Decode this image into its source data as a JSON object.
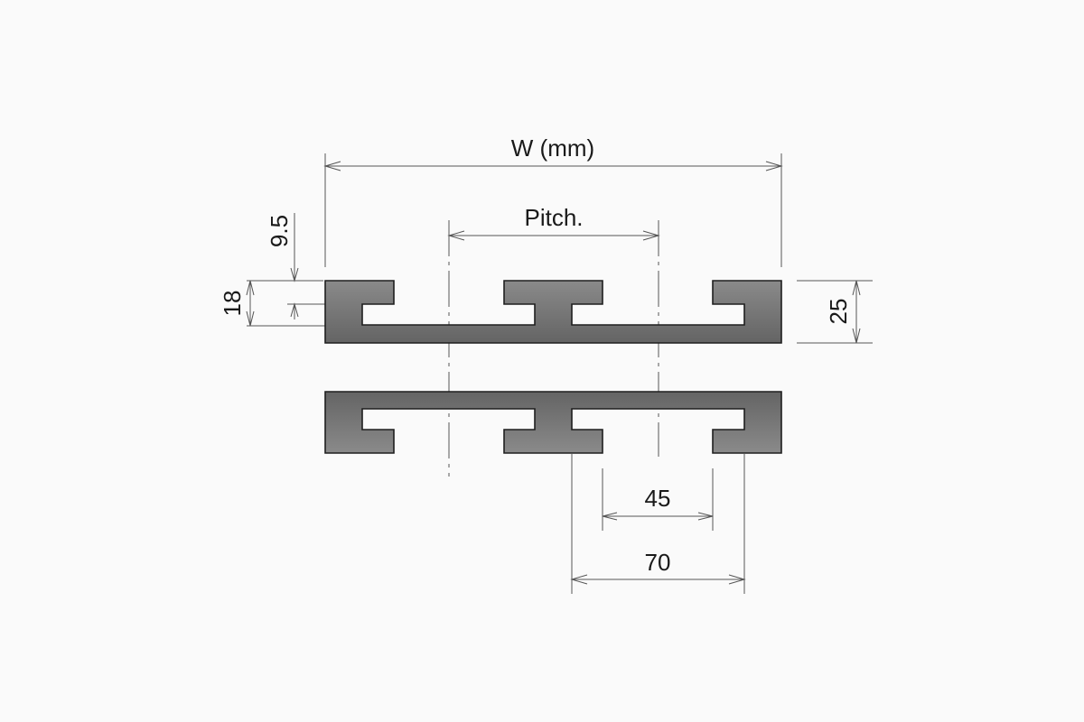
{
  "diagram": {
    "type": "technical-drawing",
    "subject": "T-slot profile cross-section (two views)",
    "colors": {
      "background": "#fafafa",
      "profile_fill_top": "#8a8a8a",
      "profile_fill_bottom": "#666666",
      "profile_stroke": "#1e1e1e",
      "line": "#555555",
      "text": "#1a1a1a"
    },
    "dimensions": {
      "width": {
        "label": "W (mm)"
      },
      "pitch": {
        "label": "Pitch."
      },
      "top_offset": {
        "label": "9.5"
      },
      "slot_depth": {
        "label": "18"
      },
      "height": {
        "label": "25"
      },
      "slot_opening": {
        "label": "45"
      },
      "slot_width": {
        "label": "70"
      }
    },
    "views": [
      {
        "name": "upper-profile",
        "orientation": "slots-up"
      },
      {
        "name": "lower-profile",
        "orientation": "slots-down"
      }
    ]
  }
}
